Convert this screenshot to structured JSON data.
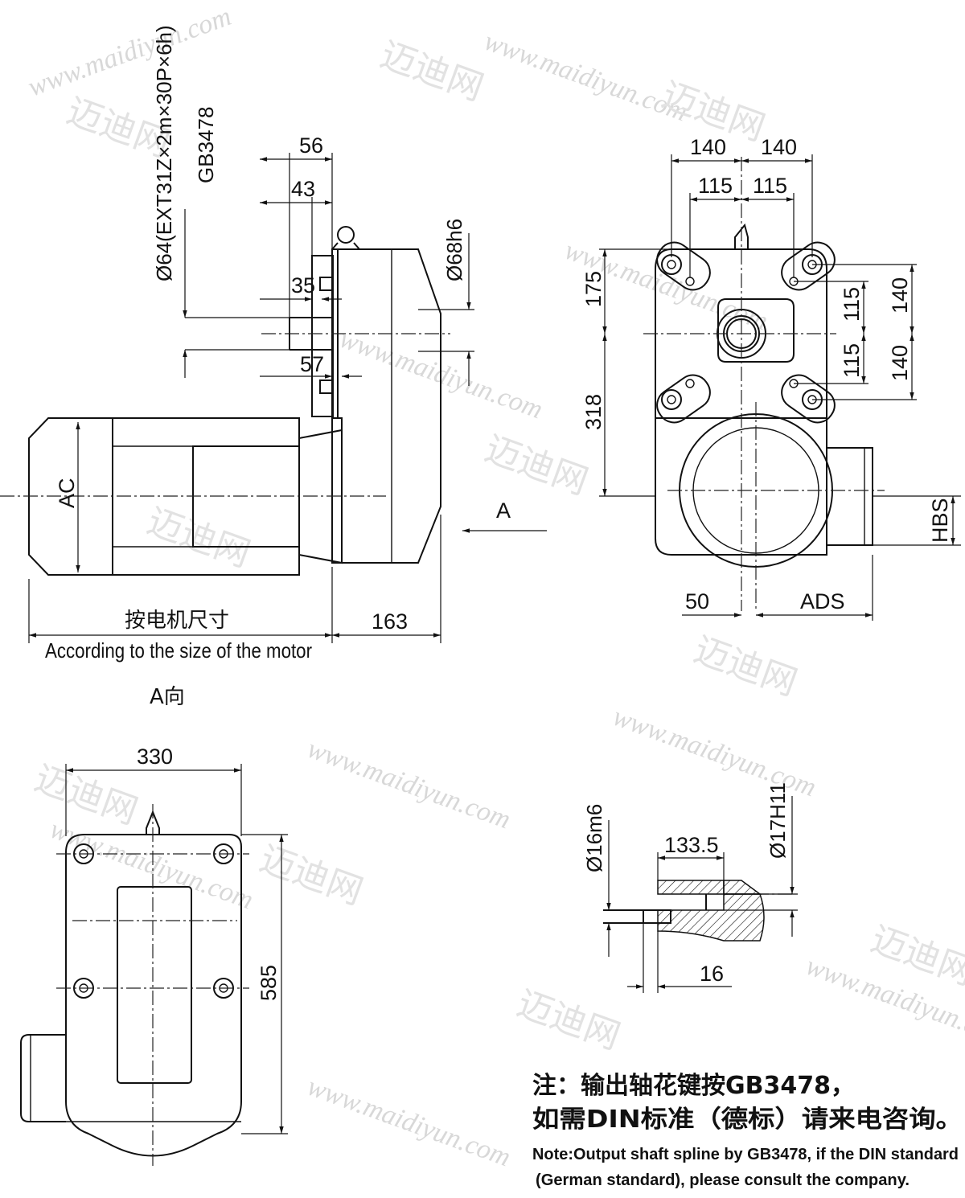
{
  "watermark": {
    "url": "www.maidiyun.com",
    "brand": "迈迪网"
  },
  "side_view": {
    "spline_spec": "Ø64(EXT31Z×2m×30P×6h)",
    "spline_standard": "GB3478",
    "dim_56": "56",
    "dim_43": "43",
    "dim_35": "35",
    "dim_57": "57",
    "shaft_fit": "Ø68h6",
    "motor_ac": "AC",
    "dim_163": "163",
    "motor_size_cn": "按电机尺寸",
    "motor_size_en": "According to the size of the motor",
    "view_arrow": "A"
  },
  "front_view": {
    "dim_140_left": "140",
    "dim_140_right": "140",
    "dim_115_left": "115",
    "dim_115_right": "115",
    "dim_175": "175",
    "dim_318": "318",
    "dim_115_up": "115",
    "dim_115_down": "115",
    "dim_140_up": "140",
    "dim_140_down": "140",
    "hbs": "HBS",
    "dim_50": "50",
    "ads": "ADS"
  },
  "a_view": {
    "label": "A向",
    "dim_330": "330",
    "dim_585": "585"
  },
  "detail_view": {
    "input_fit": "Ø16m6",
    "bore_fit": "Ø17H11",
    "dim_133_5": "133.5",
    "dim_16": "16"
  },
  "note": {
    "line1_cn": "注：输出轴花键按GB3478，",
    "line2_cn": "如需DIN标准（德标）请来电咨询。",
    "line1_en": "Note:Output shaft spline by GB3478, if the DIN standard",
    "line2_en": "(German standard), please consult the company."
  }
}
